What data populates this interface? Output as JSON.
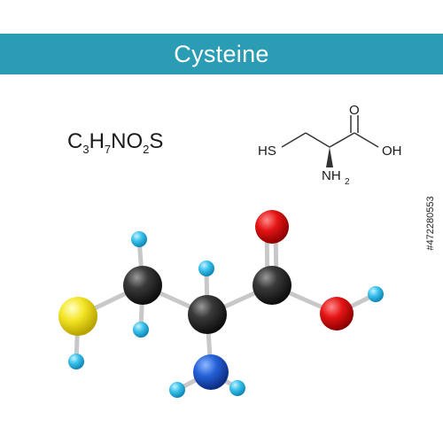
{
  "title": "Cysteine",
  "formula": {
    "parts": [
      {
        "t": "C",
        "sub": "3"
      },
      {
        "t": "H",
        "sub": "7"
      },
      {
        "t": "NO",
        "sub": "2"
      },
      {
        "t": "S",
        "sub": ""
      }
    ]
  },
  "structure": {
    "label_o": "O",
    "label_oh": "OH",
    "label_hs": "HS",
    "label_nh": "NH",
    "label_nh_sub": "2"
  },
  "stock_id": "#472280553",
  "colors": {
    "banner": "#2a9db4",
    "carbon": "#2b2b2b",
    "oxygen": "#e01010",
    "nitrogen": "#1f5fd6",
    "sulfur": "#f2e21d",
    "hydrogen": "#3bc3ea",
    "bond": "#c8c8c8"
  }
}
